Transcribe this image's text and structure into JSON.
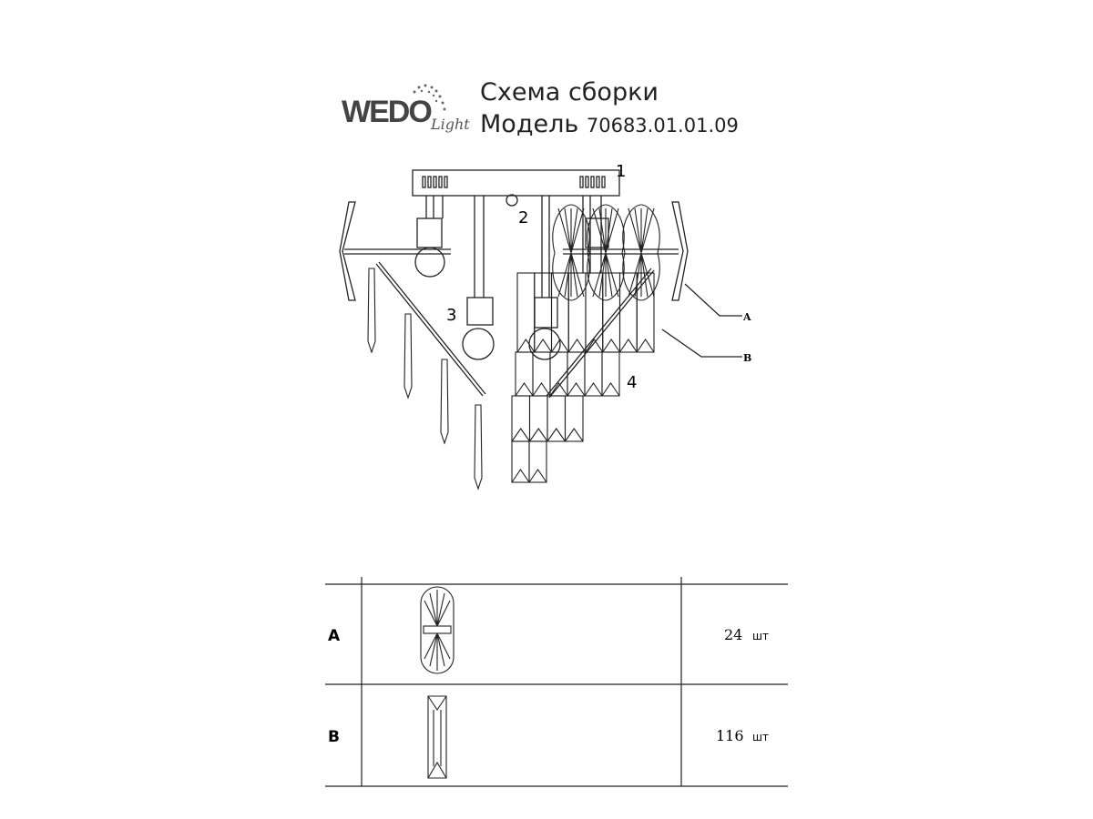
{
  "logo": {
    "brand": "WEDO",
    "script": "Light"
  },
  "header": {
    "title": "Схема сборки",
    "model_label": "Модель",
    "model_number": "70683.01.01.09"
  },
  "diagram": {
    "callouts": [
      "1",
      "2",
      "3",
      "4"
    ],
    "part_labels": [
      "A",
      "B"
    ]
  },
  "parts_table": {
    "rows": [
      {
        "id": "A",
        "qty": "24",
        "unit": "шт"
      },
      {
        "id": "B",
        "qty": "116",
        "unit": "шт"
      }
    ]
  },
  "colors": {
    "line": "#222222",
    "background": "#ffffff"
  }
}
